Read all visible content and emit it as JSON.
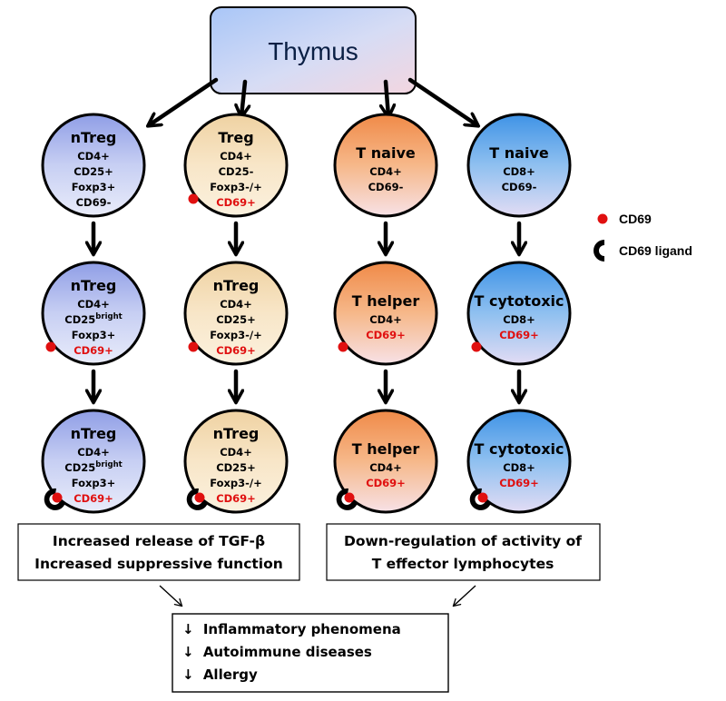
{
  "thymus": {
    "label": "Thymus"
  },
  "colors": {
    "blue_cell": "#b9c4f0",
    "cream_cell": "#f8e2bf",
    "orange_cell": "#f4a06a",
    "skyblue_cell": "#5fa8ec",
    "marker_red": "#e01010",
    "thymus_fill": "#b6cff5"
  },
  "columns": [
    {
      "cells": [
        {
          "title": "nTreg",
          "lines": [
            {
              "t": "CD4+"
            },
            {
              "t": "CD25+"
            },
            {
              "t": "Foxp3+"
            },
            {
              "t": "CD69-"
            }
          ],
          "color": "blue",
          "dot": false,
          "ligand": false
        },
        {
          "title": "nTreg",
          "lines": [
            {
              "t": "CD4+"
            },
            {
              "t": "CD25",
              "sup": "bright"
            },
            {
              "t": "Foxp3+"
            },
            {
              "t": "CD69+",
              "red": true
            }
          ],
          "color": "blue",
          "dot": true,
          "ligand": false
        },
        {
          "title": "nTreg",
          "lines": [
            {
              "t": "CD4+"
            },
            {
              "t": "CD25",
              "sup": "bright"
            },
            {
              "t": "Foxp3+"
            },
            {
              "t": "CD69+",
              "red": true
            }
          ],
          "color": "blue",
          "dot": true,
          "ligand": true
        }
      ]
    },
    {
      "cells": [
        {
          "title": "Treg",
          "lines": [
            {
              "t": "CD4+"
            },
            {
              "t": "CD25-"
            },
            {
              "t": "Foxp3-/+"
            },
            {
              "t": "CD69+",
              "red": true
            }
          ],
          "color": "cream",
          "dot": true,
          "ligand": false
        },
        {
          "title": "nTreg",
          "lines": [
            {
              "t": "CD4+"
            },
            {
              "t": "CD25+"
            },
            {
              "t": "Foxp3-/+"
            },
            {
              "t": "CD69+",
              "red": true
            }
          ],
          "color": "cream",
          "dot": true,
          "ligand": false
        },
        {
          "title": "nTreg",
          "lines": [
            {
              "t": "CD4+"
            },
            {
              "t": "CD25+"
            },
            {
              "t": "Foxp3-/+"
            },
            {
              "t": "CD69+",
              "red": true
            }
          ],
          "color": "cream",
          "dot": true,
          "ligand": true
        }
      ]
    },
    {
      "cells": [
        {
          "title": "T naive",
          "lines": [
            {
              "t": "CD4+"
            },
            {
              "t": "CD69-"
            }
          ],
          "color": "orange",
          "dot": false,
          "ligand": false
        },
        {
          "title": "T helper",
          "lines": [
            {
              "t": "CD4+"
            },
            {
              "t": "CD69+",
              "red": true
            }
          ],
          "color": "orange",
          "dot": true,
          "ligand": false
        },
        {
          "title": "T helper",
          "lines": [
            {
              "t": "CD4+"
            },
            {
              "t": "CD69+",
              "red": true
            }
          ],
          "color": "orange",
          "dot": true,
          "ligand": true
        }
      ]
    },
    {
      "cells": [
        {
          "title": "T naive",
          "lines": [
            {
              "t": "CD8+"
            },
            {
              "t": "CD69-"
            }
          ],
          "color": "skyblue",
          "dot": false,
          "ligand": false
        },
        {
          "title": "T cytotoxic",
          "lines": [
            {
              "t": "CD8+"
            },
            {
              "t": "CD69+",
              "red": true
            }
          ],
          "color": "skyblue",
          "dot": true,
          "ligand": false
        },
        {
          "title": "T cytotoxic",
          "lines": [
            {
              "t": "CD8+"
            },
            {
              "t": "CD69+",
              "red": true
            }
          ],
          "color": "skyblue",
          "dot": true,
          "ligand": true
        }
      ]
    }
  ],
  "legend": {
    "cd69": "CD69",
    "ligand": "CD69 ligand"
  },
  "effect_boxes": {
    "left": [
      "Increased release of TGF-β",
      "Increased suppressive function"
    ],
    "right": [
      "Down-regulation of activity of",
      "T effector lymphocytes"
    ]
  },
  "outcomes": {
    "arrow_glyph": "↓",
    "items": [
      "Inflammatory phenomena",
      "Autoimmune diseases",
      "Allergy"
    ]
  }
}
